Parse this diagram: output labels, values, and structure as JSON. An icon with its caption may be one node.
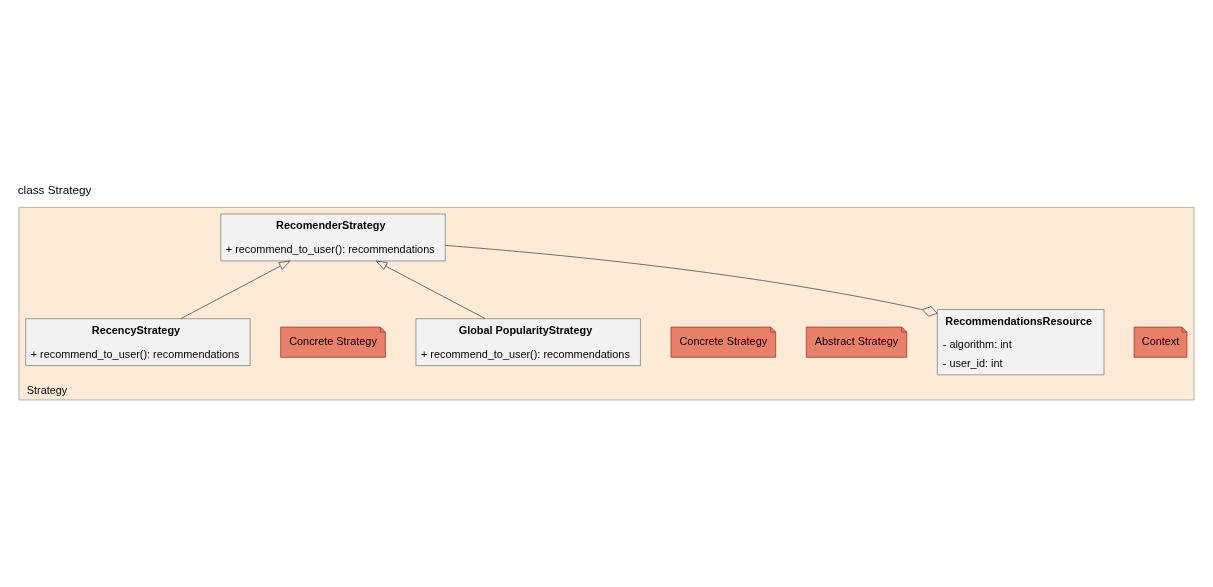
{
  "diagram": {
    "title": "class Strategy",
    "nodes": [
      {
        "text": [
          "Strategy"
        ]
      },
      {
        "text": [
          "Context"
        ],
        "in": 0
      },
      {
        "text": [
          "RecommendationsResource",
          "- algorithm: int",
          "- user_id: int"
        ],
        "in": 0
      },
      {
        "text": [
          "Abstract Strategy"
        ],
        "in": 0
      },
      {
        "text": [
          "RecomenderStrategy",
          "+ recommend_to_user(): recommendations"
        ],
        "in": 0
      },
      {
        "text": [
          "Concrete Strategy"
        ],
        "in": 0
      },
      {
        "text": [
          "Global PopularityStrategy",
          "+ recommend_to_user(): recommendations"
        ],
        "in": 0
      },
      {
        "text": [
          "Concrete Strategy"
        ],
        "in": 0
      },
      {
        "text": [
          "RecencyStrategy",
          "+ recommend_to_user(): recommendations"
        ],
        "in": 0
      }
    ],
    "edges": [
      {
        "from": 2,
        "to": 4,
        "arrow": "other"
      },
      {
        "from": 6,
        "to": 4,
        "arrow": "to"
      },
      {
        "from": 8,
        "to": 4,
        "arrow": "to"
      }
    ]
  }
}
